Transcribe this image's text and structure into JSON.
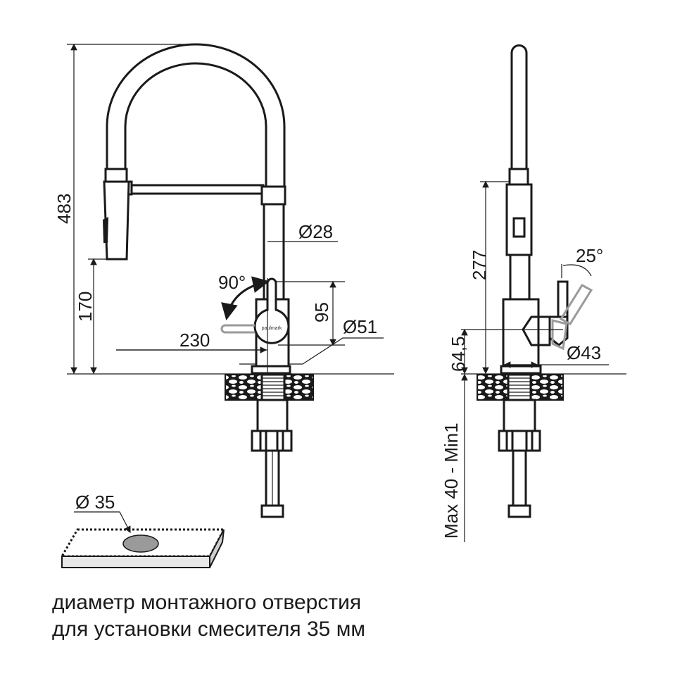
{
  "front_view": {
    "height_total": "483",
    "height_spout": "170",
    "reach": "230",
    "tube_diameter": "Ø28",
    "handle_rotation": "90°",
    "handle_height": "95",
    "base_diameter": "Ø51",
    "logo": "paulmark"
  },
  "side_view": {
    "height_handle": "277",
    "lever_angle": "25°",
    "lever_axis_height": "64,5",
    "base_diameter": "Ø43",
    "countertop_thickness": "Max 40 - Min1"
  },
  "mounting_hole": {
    "diameter": "Ø 35"
  },
  "caption": {
    "line1": "диаметр монтажного отверстия",
    "line2": "для установки смесителя 35 мм"
  },
  "colors": {
    "line": "#1a1a1a",
    "alt_position": "#9a9a9a"
  }
}
